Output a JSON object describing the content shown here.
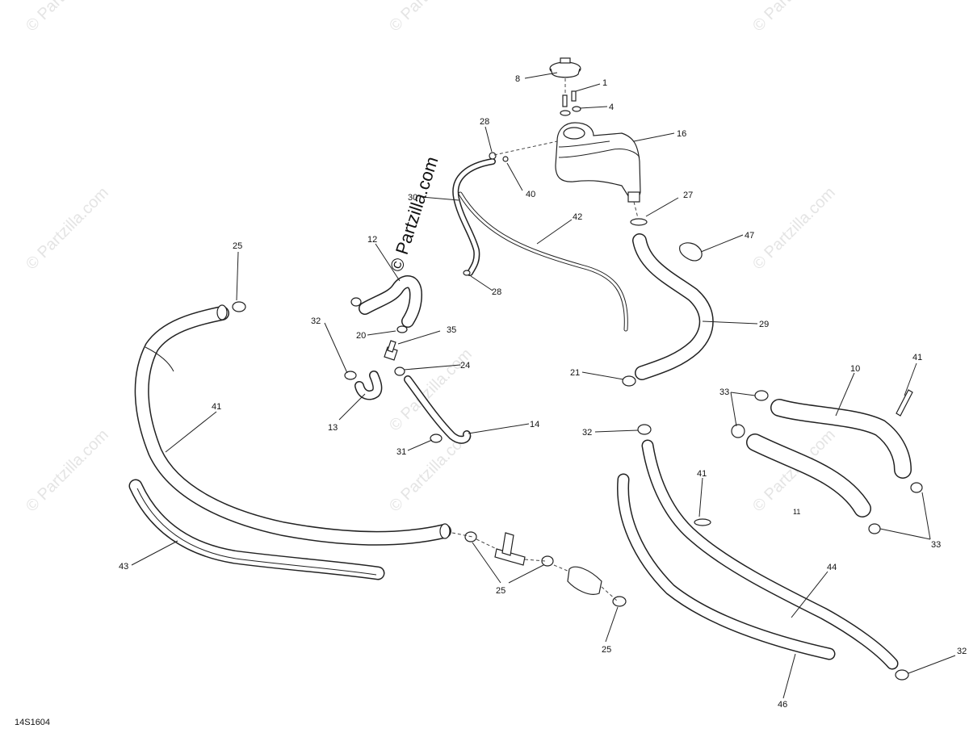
{
  "diagram": {
    "code": "14S1604",
    "watermark_main": "© Partzilla.com",
    "watermark_tile": "© Partzilla.com",
    "callouts": [
      {
        "id": "c8",
        "text": "8"
      },
      {
        "id": "c1",
        "text": "1"
      },
      {
        "id": "c4",
        "text": "4"
      },
      {
        "id": "c28a",
        "text": "28"
      },
      {
        "id": "c16",
        "text": "16"
      },
      {
        "id": "c40",
        "text": "40"
      },
      {
        "id": "c30",
        "text": "30"
      },
      {
        "id": "c27",
        "text": "27"
      },
      {
        "id": "c42",
        "text": "42"
      },
      {
        "id": "c47",
        "text": "47"
      },
      {
        "id": "c25a",
        "text": "25"
      },
      {
        "id": "c12",
        "text": "12"
      },
      {
        "id": "c28b",
        "text": "28"
      },
      {
        "id": "c32a",
        "text": "32"
      },
      {
        "id": "c29",
        "text": "29"
      },
      {
        "id": "c20",
        "text": "20"
      },
      {
        "id": "c35",
        "text": "35"
      },
      {
        "id": "c24",
        "text": "24"
      },
      {
        "id": "c21",
        "text": "21"
      },
      {
        "id": "c41a",
        "text": "41"
      },
      {
        "id": "c10",
        "text": "10"
      },
      {
        "id": "c33a",
        "text": "33"
      },
      {
        "id": "c13",
        "text": "13"
      },
      {
        "id": "c41b",
        "text": "41"
      },
      {
        "id": "c14",
        "text": "14"
      },
      {
        "id": "c32b",
        "text": "32"
      },
      {
        "id": "c31",
        "text": "31"
      },
      {
        "id": "c41c",
        "text": "41"
      },
      {
        "id": "c11",
        "text": "11"
      },
      {
        "id": "c33b",
        "text": "33"
      },
      {
        "id": "c43",
        "text": "43"
      },
      {
        "id": "c25b",
        "text": "25"
      },
      {
        "id": "c44",
        "text": "44"
      },
      {
        "id": "c25c",
        "text": "25"
      },
      {
        "id": "c32c",
        "text": "32"
      },
      {
        "id": "c46",
        "text": "46"
      }
    ]
  }
}
